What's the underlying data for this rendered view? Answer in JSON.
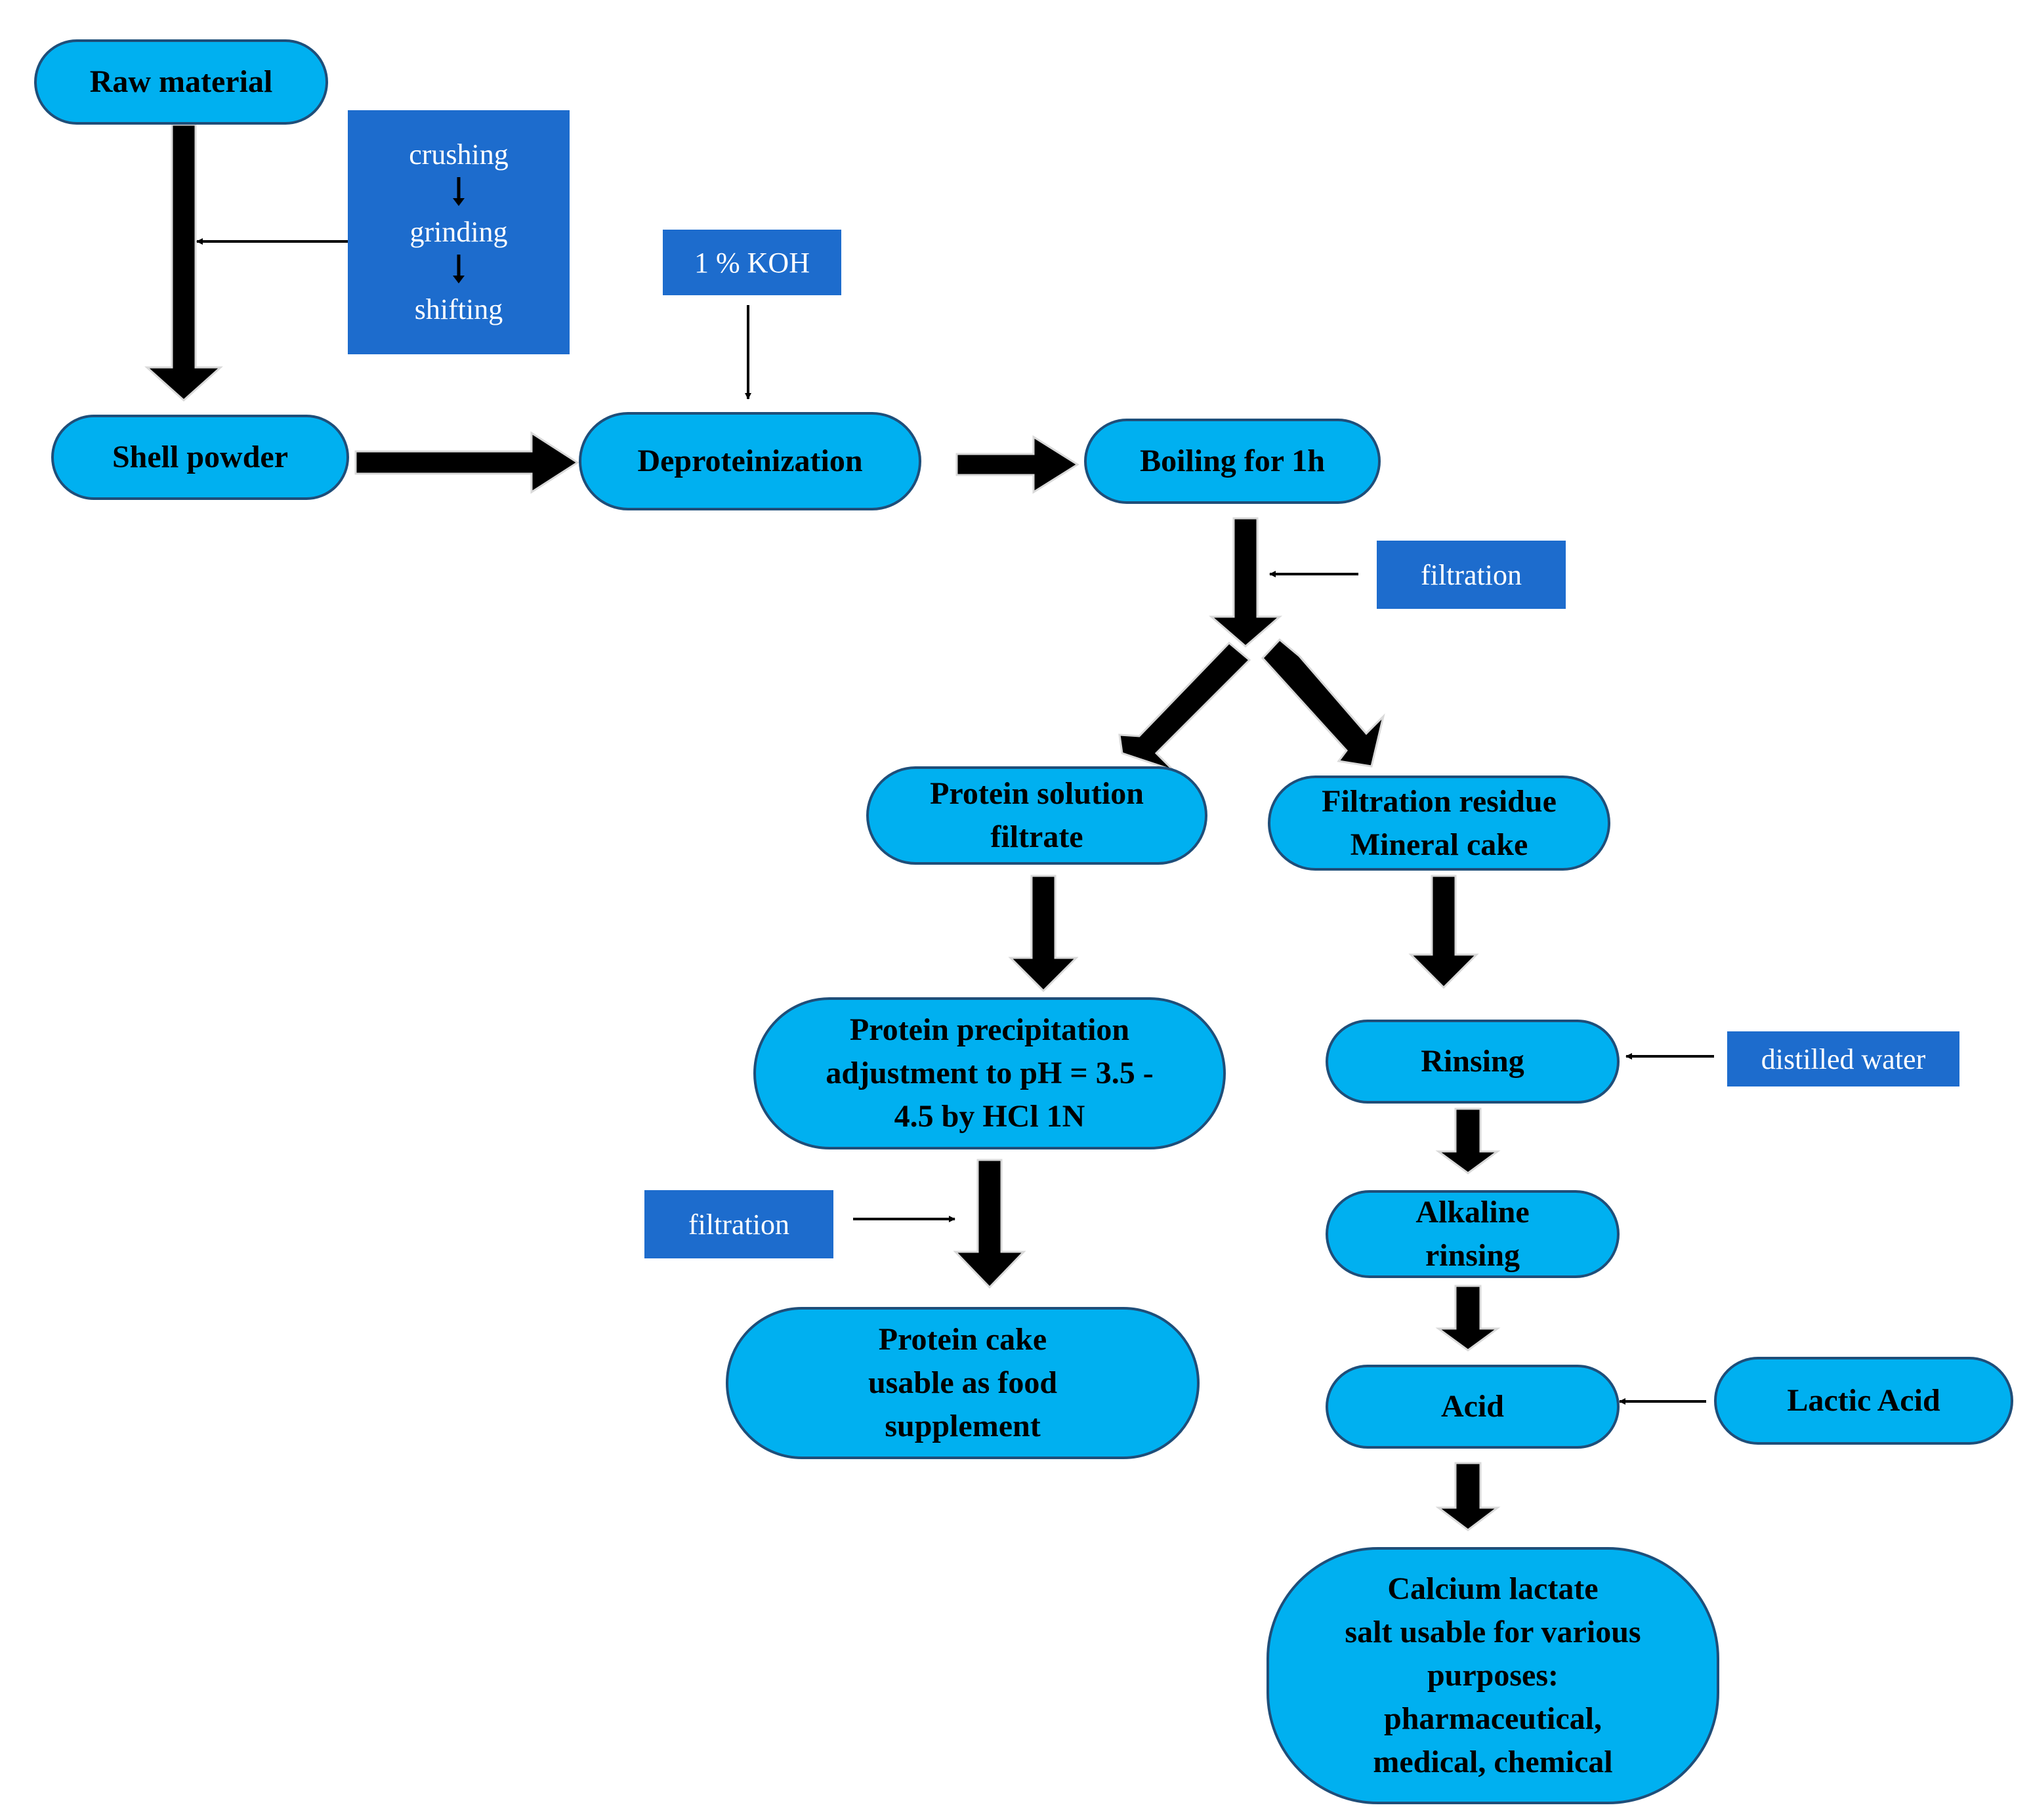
{
  "nodes": {
    "raw_material": "Raw material",
    "shell_powder": "Shell powder",
    "deproteinization": "Deproteinization",
    "boiling": "Boiling for 1h",
    "protein_solution": [
      "Protein solution",
      "filtrate"
    ],
    "filtration_residue": [
      "Filtration residue",
      "Mineral cake"
    ],
    "protein_precipitation": [
      "Protein precipitation",
      "adjustment to pH = 3.5 -",
      "4.5 by HCl 1N"
    ],
    "protein_cake": [
      "Protein cake",
      "usable as food",
      "supplement"
    ],
    "rinsing": "Rinsing",
    "alkaline_rinsing": [
      "Alkaline",
      "rinsing"
    ],
    "acid": "Acid",
    "lactic_acid": "Lactic Acid",
    "calcium_lactate": [
      "Calcium lactate",
      "salt usable for various",
      "purposes:",
      "pharmaceutical,",
      "medical, chemical"
    ]
  },
  "boxes": {
    "preparation_steps": [
      "crushing",
      "grinding",
      "shifting"
    ],
    "koh": "1 % KOH",
    "filtration_1": "filtration",
    "filtration_2": "filtration",
    "distilled_water": "distilled water"
  },
  "colors": {
    "node_fill": "#00b0f0",
    "node_border": "#1f4e79",
    "box_fill": "#1d6ccd",
    "box_text": "#ffffff",
    "arrow": "#000000"
  }
}
